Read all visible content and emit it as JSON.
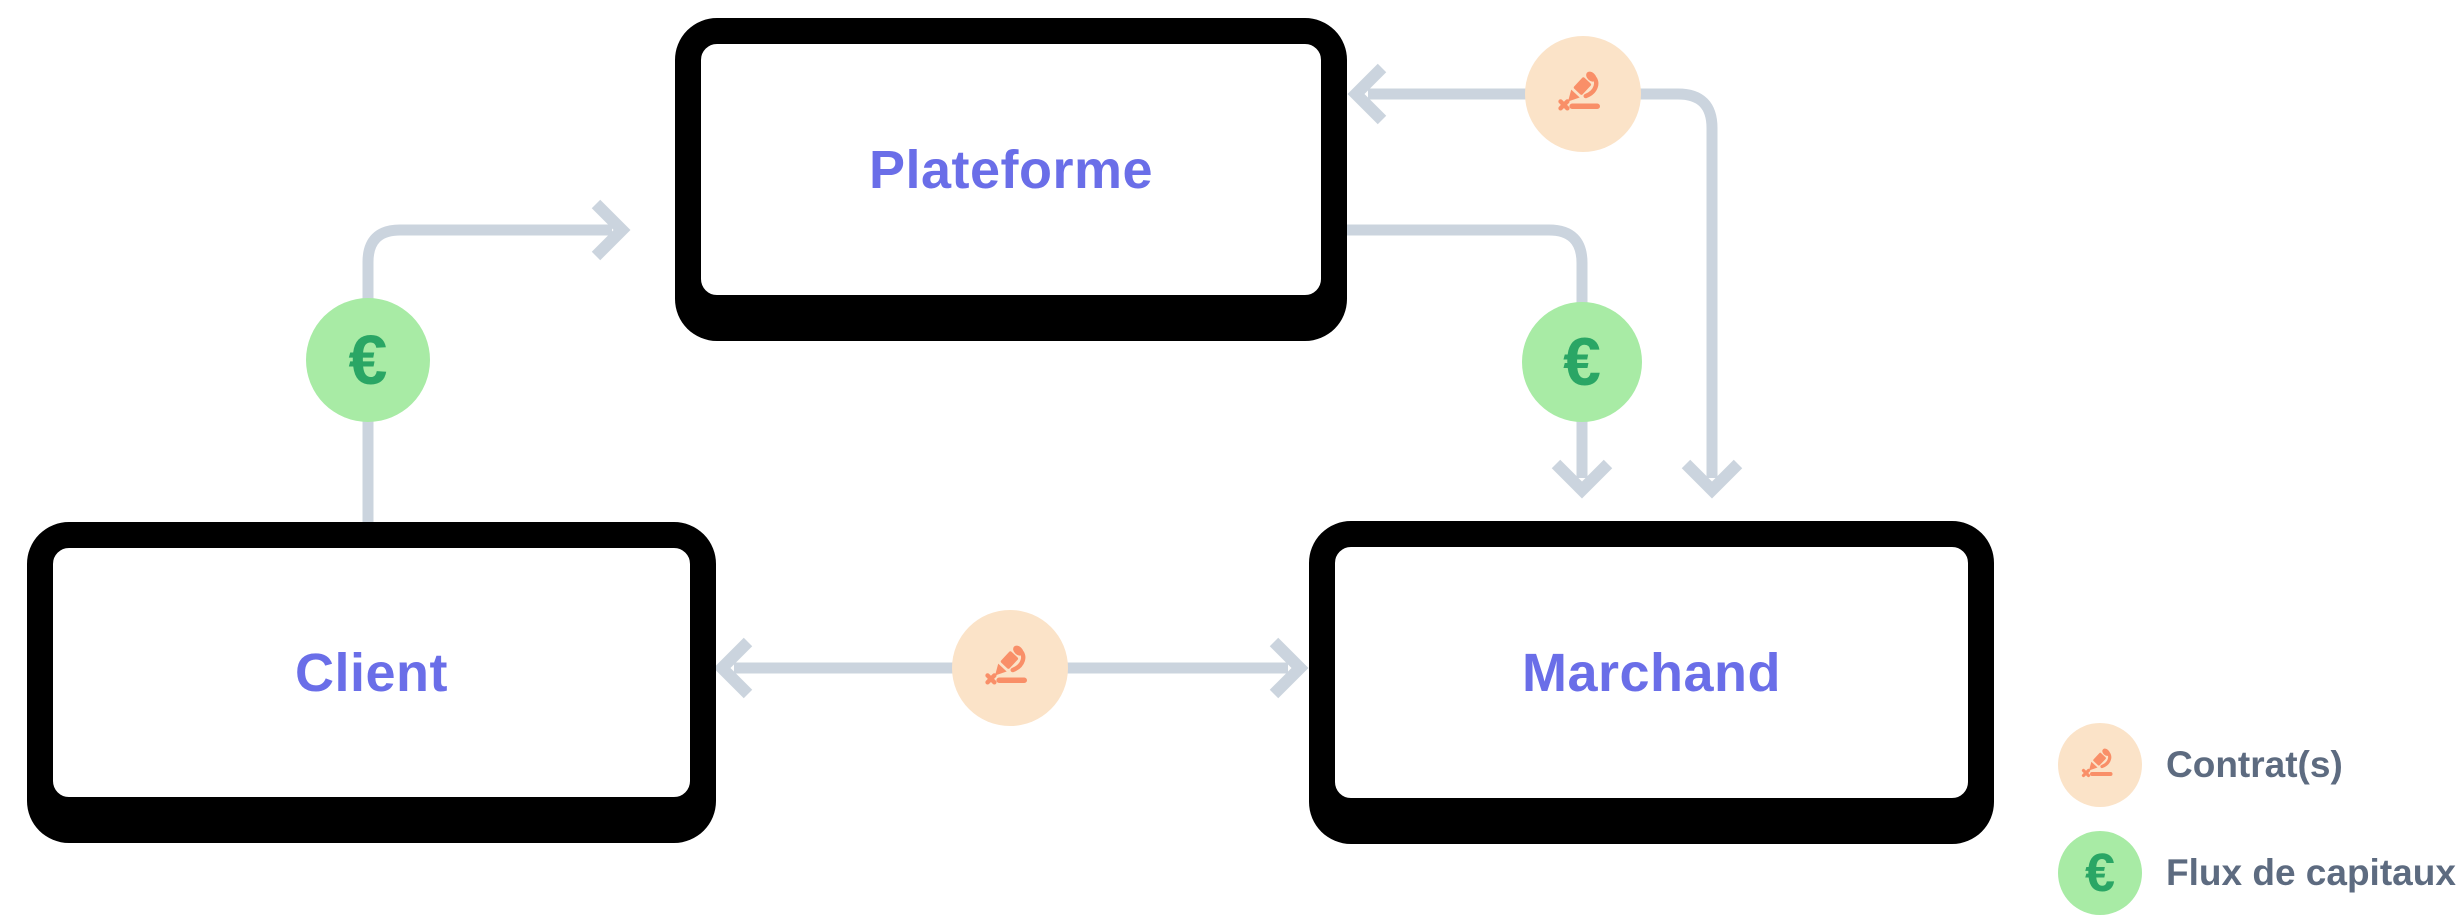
{
  "nodes": [
    {
      "id": "plateforme",
      "label": "Plateforme"
    },
    {
      "id": "client",
      "label": "Client"
    },
    {
      "id": "marchand",
      "label": "Marchand"
    }
  ],
  "symbols": {
    "euro": "€"
  },
  "edges": [
    {
      "from": "Client",
      "to": "Plateforme",
      "type": "flux-de-capitaux",
      "bidirectional": false
    },
    {
      "from": "Marchand",
      "to": "Plateforme",
      "type": "contrat",
      "bidirectional": true
    },
    {
      "from": "Plateforme",
      "to": "Marchand",
      "type": "flux-de-capitaux",
      "bidirectional": false
    },
    {
      "from": "Client",
      "to": "Marchand",
      "type": "contrat",
      "bidirectional": true
    }
  ],
  "legend": {
    "items": [
      {
        "icon": "signature-pen-icon",
        "label": "Contrat(s)"
      },
      {
        "icon": "euro-icon",
        "label": "Flux de capitaux"
      }
    ]
  },
  "colors": {
    "background": "#ffffff",
    "node-border": "#000000",
    "node-label": "#6a6ee8",
    "arrow": "#cbd4de",
    "contract-bg": "#fbe3c8",
    "contract-icon": "#f98f68",
    "euro-bg": "#a8eba5",
    "euro-fg": "#2aa665",
    "legend-text": "#5d6b80"
  }
}
